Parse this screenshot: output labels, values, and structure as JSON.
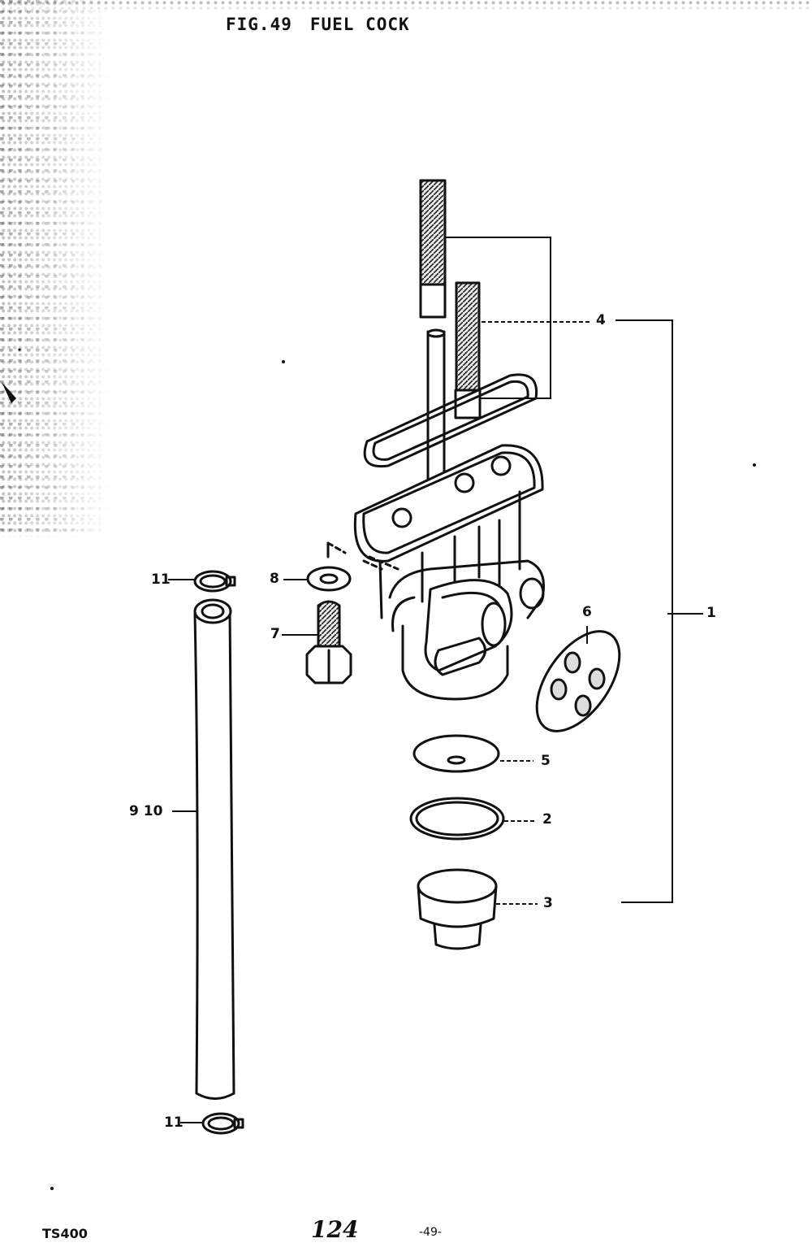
{
  "title": {
    "fig": "FIG.49",
    "name": "FUEL COCK"
  },
  "callouts": {
    "c1": "1",
    "c2": "2",
    "c3": "3",
    "c4": "4",
    "c5": "5",
    "c6": "6",
    "c7": "7",
    "c8": "8",
    "c9_10": "9 10",
    "c11_top": "11",
    "c11_bottom": "11"
  },
  "footer": {
    "model": "TS400",
    "page_number": "124",
    "figure_number": "-49-"
  }
}
